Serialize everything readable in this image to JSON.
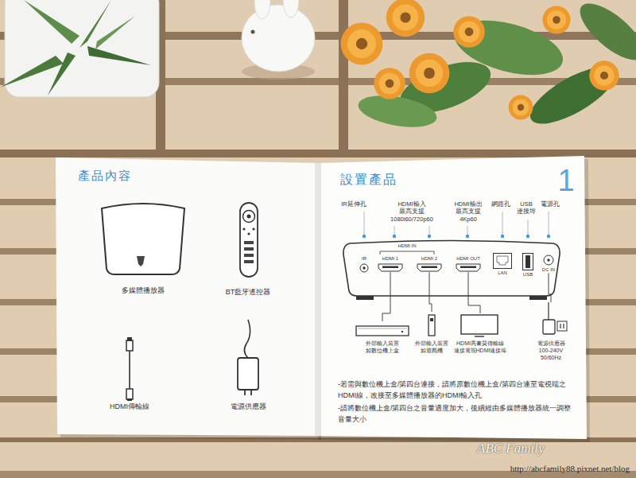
{
  "diagram": {
    "nodes": [
      {
        "text": [
          "產品內容"
        ]
      },
      {
        "text": [
          "設置產品"
        ]
      },
      {
        "text": [
          "HDMI IN"
        ],
        "in": 1
      },
      {
        "text": [
          "IR"
        ],
        "in": 2
      },
      {
        "text": [
          "HDMI 1"
        ],
        "in": 2
      },
      {
        "text": [
          "HDMI 2"
        ],
        "in": 2
      },
      {
        "text": [
          "HDMI OUT"
        ],
        "in": 2
      },
      {
        "text": [
          "LAN"
        ],
        "in": 2
      },
      {
        "text": [
          "USB"
        ],
        "in": 2
      },
      {
        "text": [
          "DC IN"
        ],
        "in": 2
      },
      {
        "text": [
          "外部輸入裝置 如數位機上盒"
        ],
        "in": 1
      },
      {
        "text": [
          "外部輸入裝置 如遊戲機"
        ],
        "in": 1
      },
      {
        "text": [
          "HDMI高畫質傳輸線 連接電視HDMI連接埠"
        ],
        "in": 1
      },
      {
        "text": [
          "電源供應器 100-240V 50/60Hz"
        ],
        "in": 1
      }
    ],
    "edges": [
      {
        "from": 10,
        "to": 4,
        "arrow": "none"
      },
      {
        "from": 11,
        "to": 5,
        "arrow": "none"
      },
      {
        "from": 12,
        "to": 6,
        "arrow": "none"
      },
      {
        "from": 13,
        "to": 9,
        "arrow": "none"
      }
    ],
    "labels": [
      "多媒體播放器",
      "BT藍牙遙控器",
      "HDMI傳輸線",
      "電源供應器",
      "1",
      "IR延伸孔",
      "HDMI輸入 最高支援 1080i60/720p60",
      "HDMI輸出 最高支援 4Kp60",
      "網路孔",
      "USB 連接埠",
      "電源孔",
      "-若需與數位機上盒/第四台連接，請將原數位機上盒/第四台連至電視端之HDMI線，改接至多媒體播放器的HDMI輸入孔",
      "-請將數位機上盒/第四台之音量適度加大，後續經由多媒體播放器統一調整音量大小",
      "ABC Family",
      "http://abcfamily88.pixnet.net/blog"
    ]
  }
}
